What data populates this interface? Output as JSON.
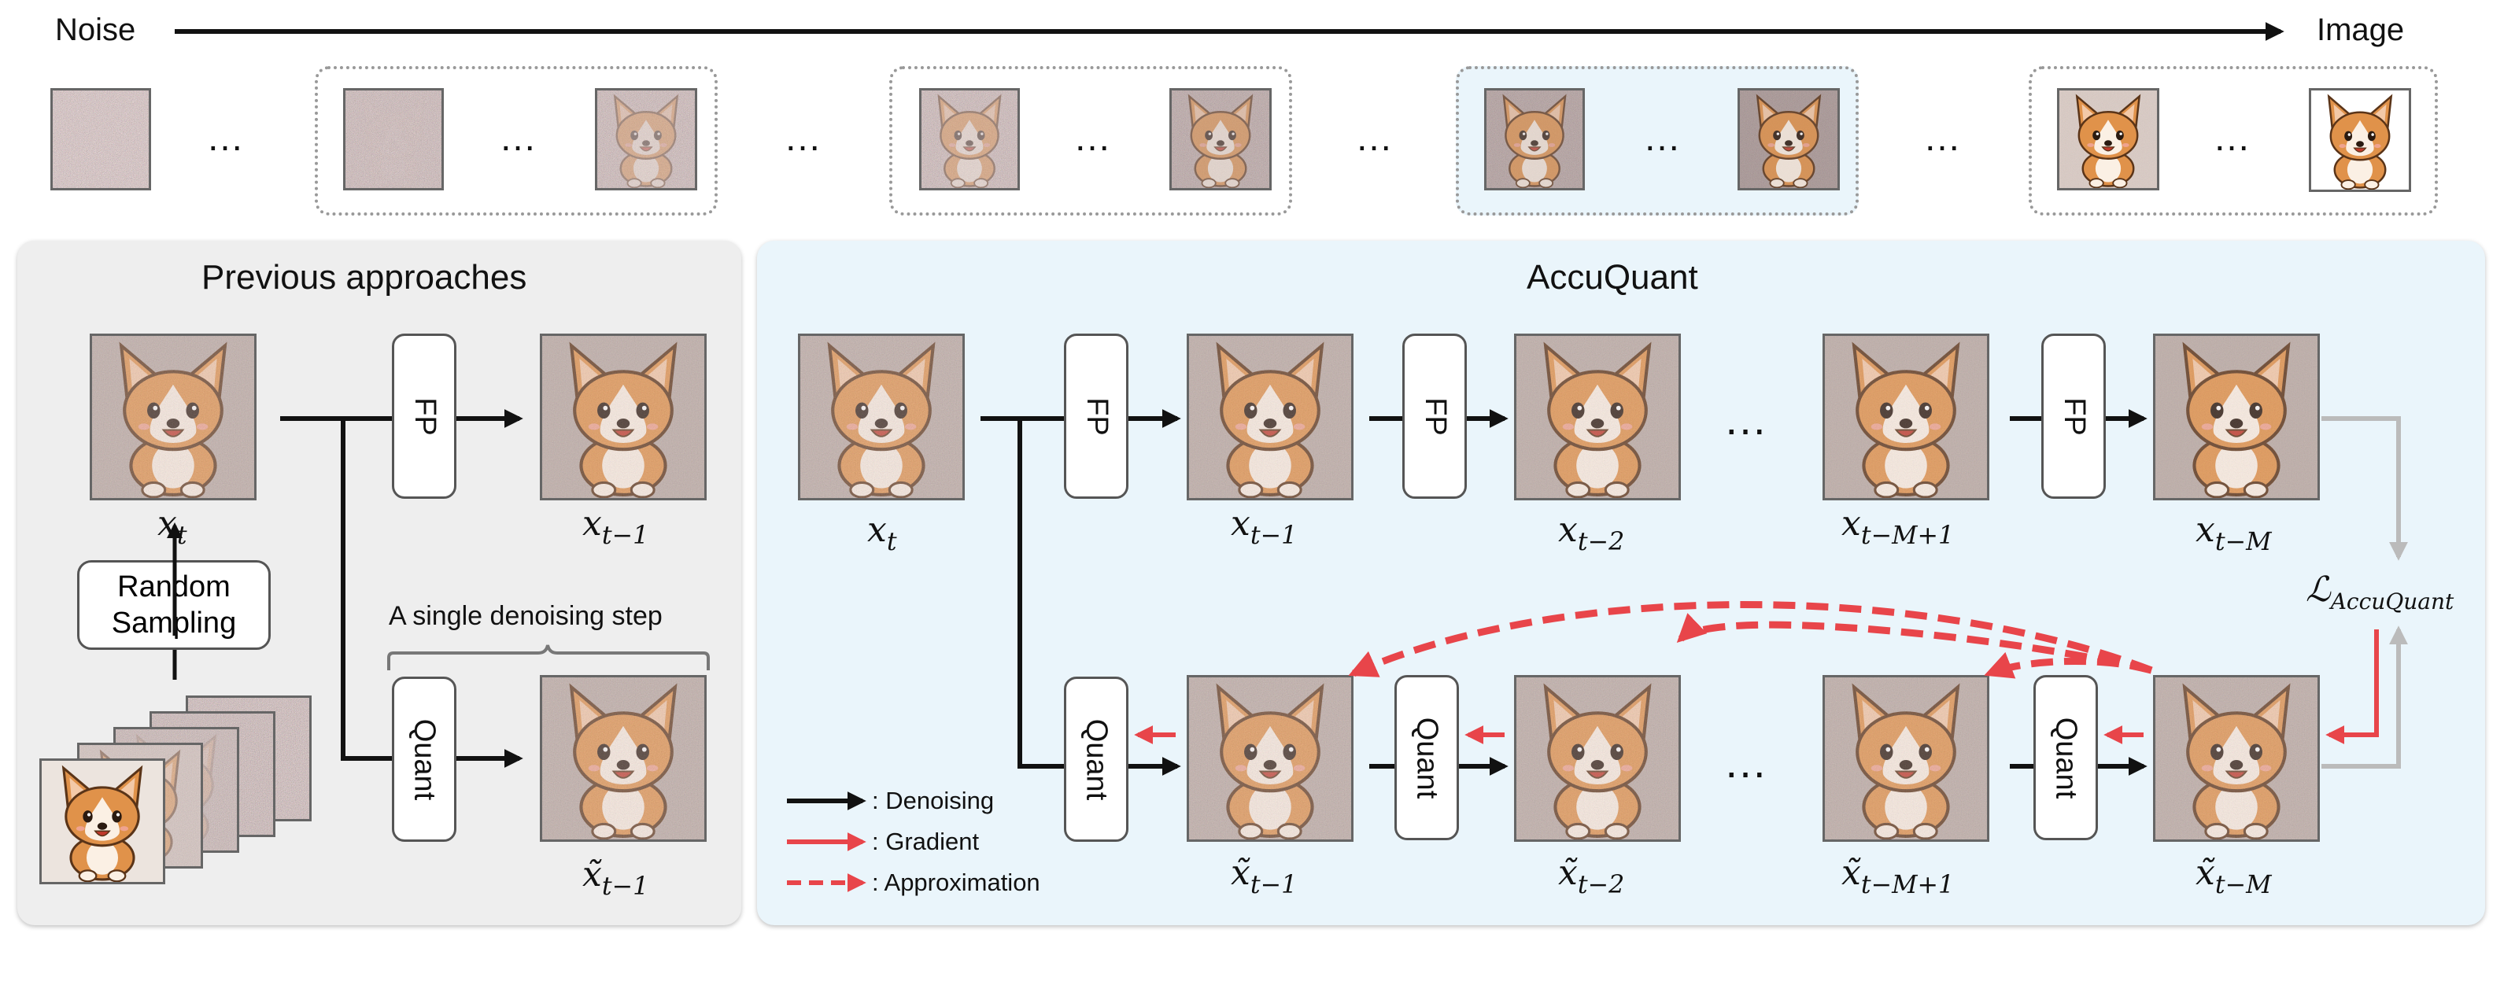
{
  "header": {
    "noise_label": "Noise",
    "image_label": "Image",
    "ellipsis": "…"
  },
  "previous": {
    "title": "Previous approaches",
    "fp_label": "FP",
    "quant_label": "Quant",
    "random_sampling_line1": "Random",
    "random_sampling_line2": "Sampling",
    "single_step_label": "A single denoising step",
    "labels": {
      "x_t": "x",
      "x_t_sub": "t",
      "x_t1": "x",
      "x_t1_sub": "t−1",
      "xt_t1": "x̃",
      "xt_t1_sub": "t−1"
    }
  },
  "accuquant": {
    "title": "AccuQuant",
    "fp_label": "FP",
    "quant_label": "Quant",
    "loss_symbol": "ℒ",
    "loss_sub": "AccuQuant",
    "ellipsis": "…",
    "top_labels": [
      {
        "base": "x",
        "sub": "t"
      },
      {
        "base": "x",
        "sub": "t−1"
      },
      {
        "base": "x",
        "sub": "t−2"
      },
      {
        "base": "x",
        "sub": "t−M+1"
      },
      {
        "base": "x",
        "sub": "t−M"
      }
    ],
    "bottom_labels": [
      {
        "base": "x̃",
        "sub": "t−1"
      },
      {
        "base": "x̃",
        "sub": "t−2"
      },
      {
        "base": "x̃",
        "sub": "t−M+1"
      },
      {
        "base": "x̃",
        "sub": "t−M"
      }
    ]
  },
  "legend": {
    "denoising": ": Denoising",
    "gradient": ": Gradient",
    "approximation": ": Approximation"
  },
  "colors": {
    "arrow_black": "#111111",
    "arrow_red": "#e8454a",
    "arrow_gray": "#bbbbbb",
    "panel_gray": "#eeeeee",
    "panel_blue": "#eaf5fb"
  },
  "icons": {
    "corgi": "corgi-image"
  }
}
